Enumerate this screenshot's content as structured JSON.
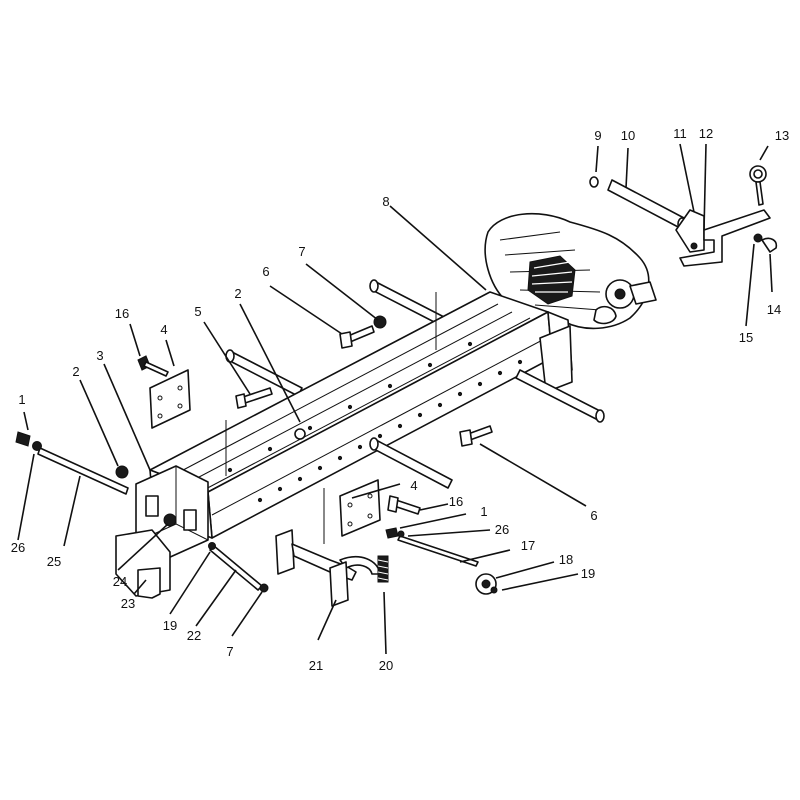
{
  "callouts": [
    {
      "id": "c1a",
      "label": "1"
    },
    {
      "id": "c1b",
      "label": "1"
    },
    {
      "id": "c2a",
      "label": "2"
    },
    {
      "id": "c2b",
      "label": "2"
    },
    {
      "id": "c3",
      "label": "3"
    },
    {
      "id": "c4a",
      "label": "4"
    },
    {
      "id": "c4b",
      "label": "4"
    },
    {
      "id": "c5",
      "label": "5"
    },
    {
      "id": "c6a",
      "label": "6"
    },
    {
      "id": "c6b",
      "label": "6"
    },
    {
      "id": "c7a",
      "label": "7"
    },
    {
      "id": "c7b",
      "label": "7"
    },
    {
      "id": "c8",
      "label": "8"
    },
    {
      "id": "c9",
      "label": "9"
    },
    {
      "id": "c10",
      "label": "10"
    },
    {
      "id": "c11",
      "label": "11"
    },
    {
      "id": "c12",
      "label": "12"
    },
    {
      "id": "c13",
      "label": "13"
    },
    {
      "id": "c14",
      "label": "14"
    },
    {
      "id": "c15",
      "label": "15"
    },
    {
      "id": "c16a",
      "label": "16"
    },
    {
      "id": "c16b",
      "label": "16"
    },
    {
      "id": "c17",
      "label": "17"
    },
    {
      "id": "c18",
      "label": "18"
    },
    {
      "id": "c19a",
      "label": "19"
    },
    {
      "id": "c19b",
      "label": "19"
    },
    {
      "id": "c20",
      "label": "20"
    },
    {
      "id": "c21",
      "label": "21"
    },
    {
      "id": "c22",
      "label": "22"
    },
    {
      "id": "c23",
      "label": "23"
    },
    {
      "id": "c24",
      "label": "24"
    },
    {
      "id": "c25",
      "label": "25"
    },
    {
      "id": "c26a",
      "label": "26"
    },
    {
      "id": "c26b",
      "label": "26"
    }
  ],
  "colors": {
    "line": "#111111",
    "background": "#ffffff"
  }
}
